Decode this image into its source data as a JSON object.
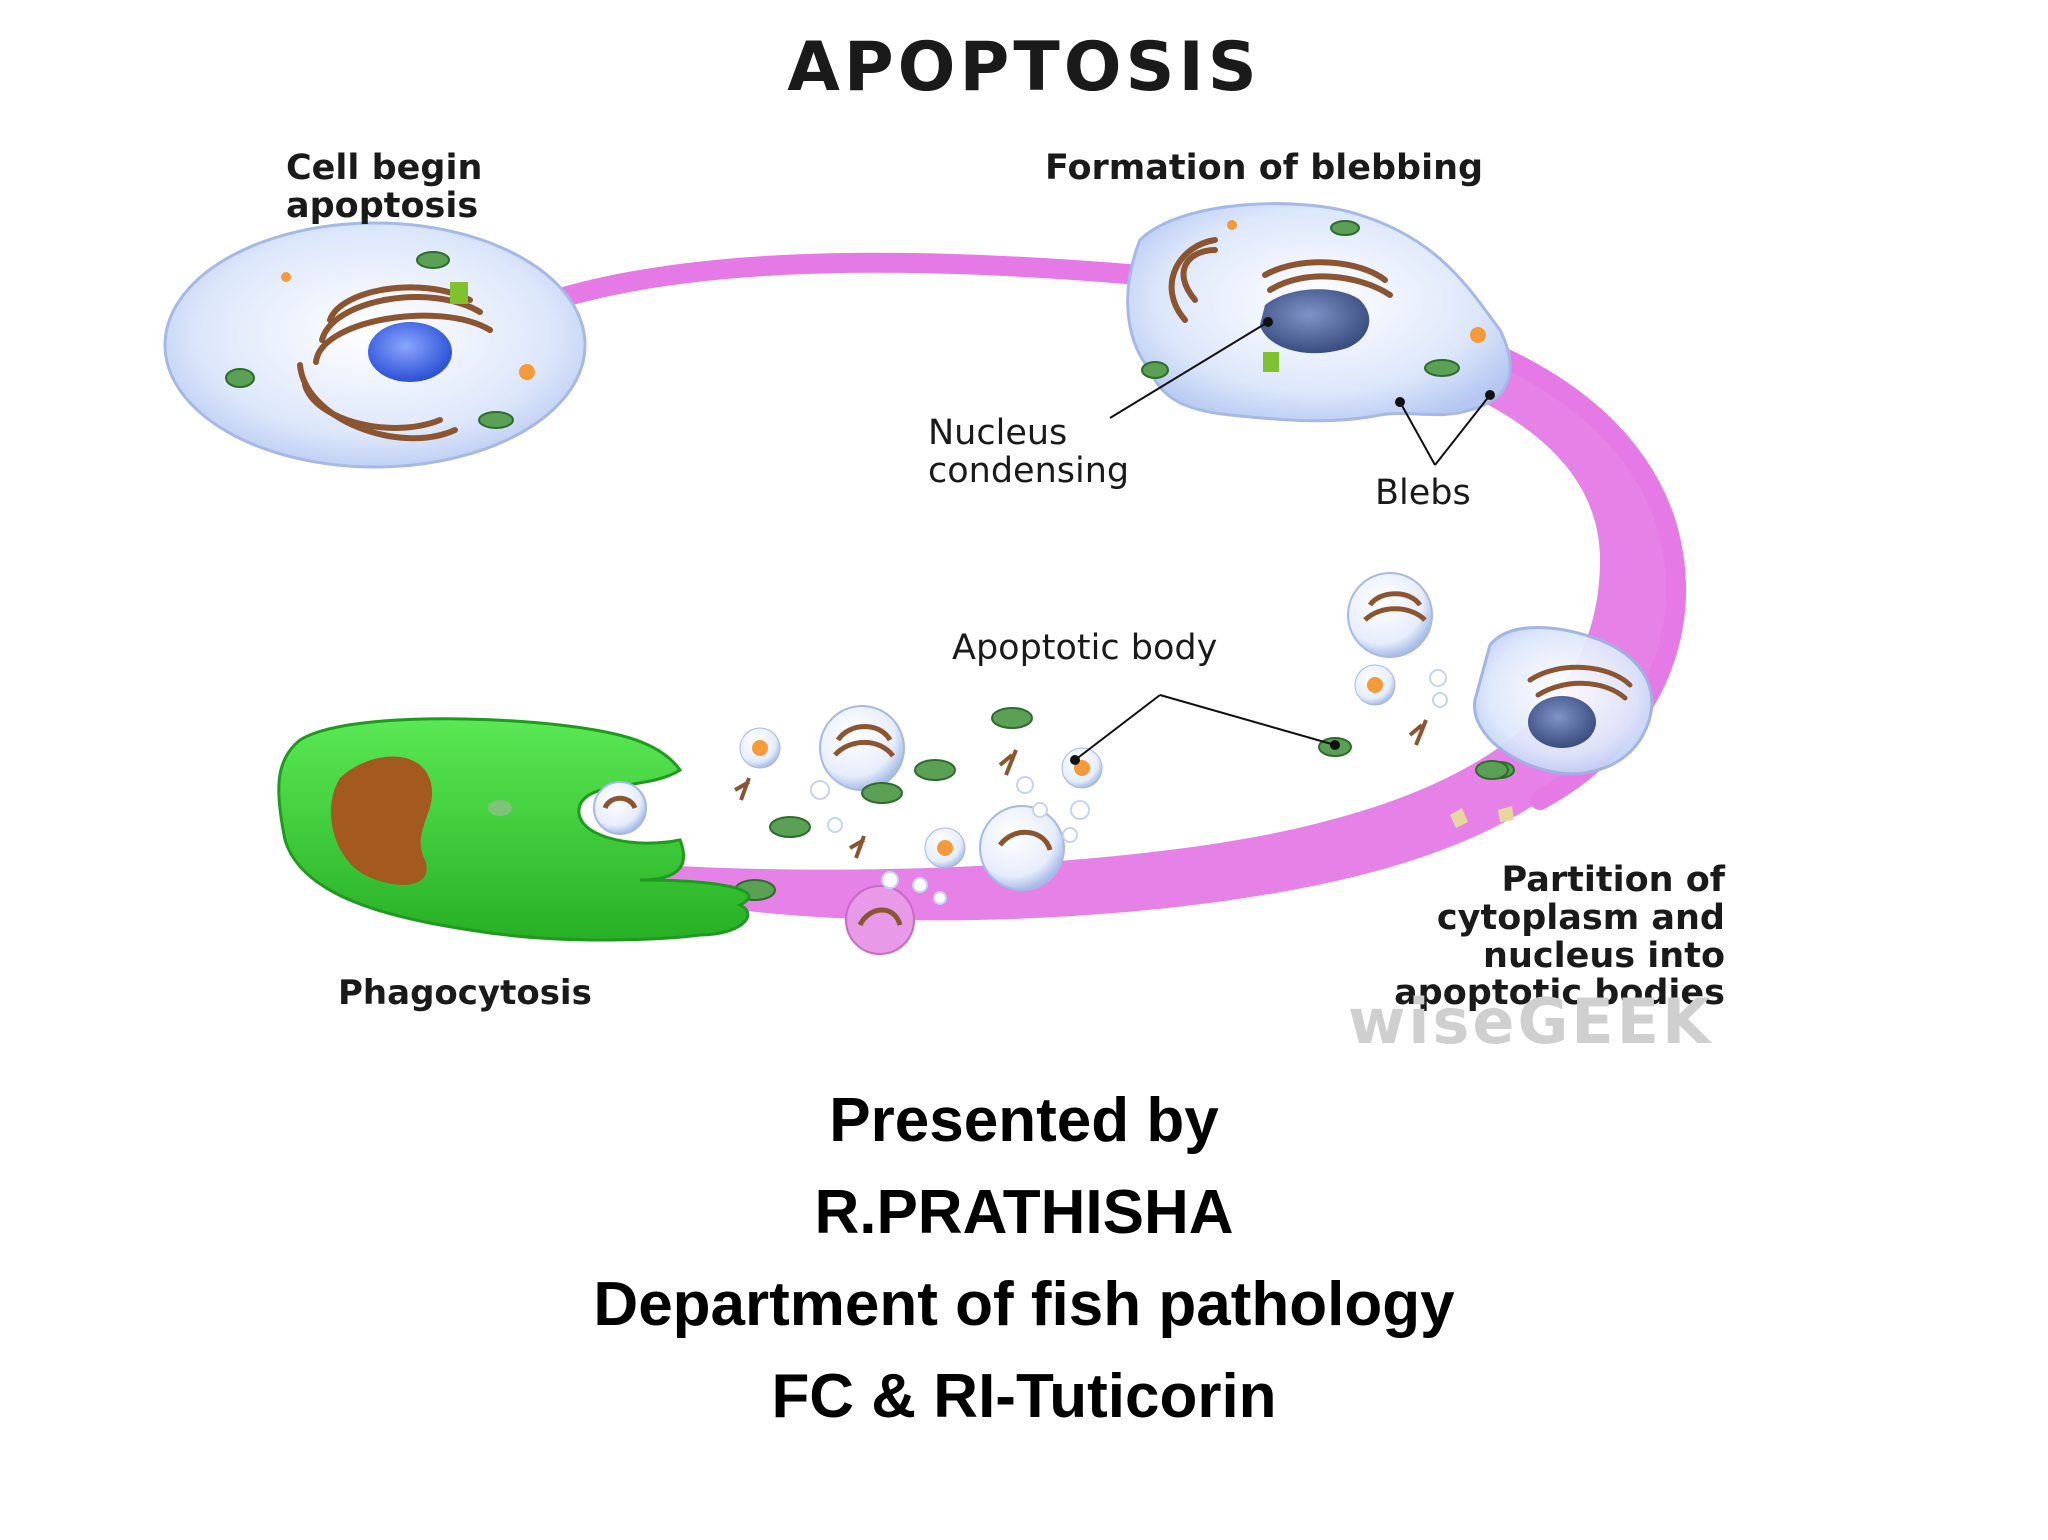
{
  "title": "APOPTOSIS",
  "labels": {
    "cell_begin": "Cell begin\napoptosis",
    "blebbing": "Formation of blebbing",
    "nucleus_condensing": "Nucleus\ncondensing",
    "blebs": "Blebs",
    "apoptotic_body": "Apoptotic body",
    "phagocytosis": "Phagocytosis",
    "partition": "Partition of\ncytoplasm and\nnucleus into\napoptotic bodies"
  },
  "watermark": "wiseGEEK",
  "presenter": {
    "line1": "Presented by",
    "line2": "R.PRATHISHA",
    "line3": "Department of fish pathology",
    "line4": "FC & RI-Tuticorin"
  },
  "colors": {
    "path": "#e57ae6",
    "cell_fill": "#e4ecfb",
    "nucleus": "#3a63e0",
    "golgi": "#8a5530",
    "mito": "#5aa055",
    "phagocyte": "#3fd43a",
    "phagocyte_nucleus": "#a4591f"
  }
}
